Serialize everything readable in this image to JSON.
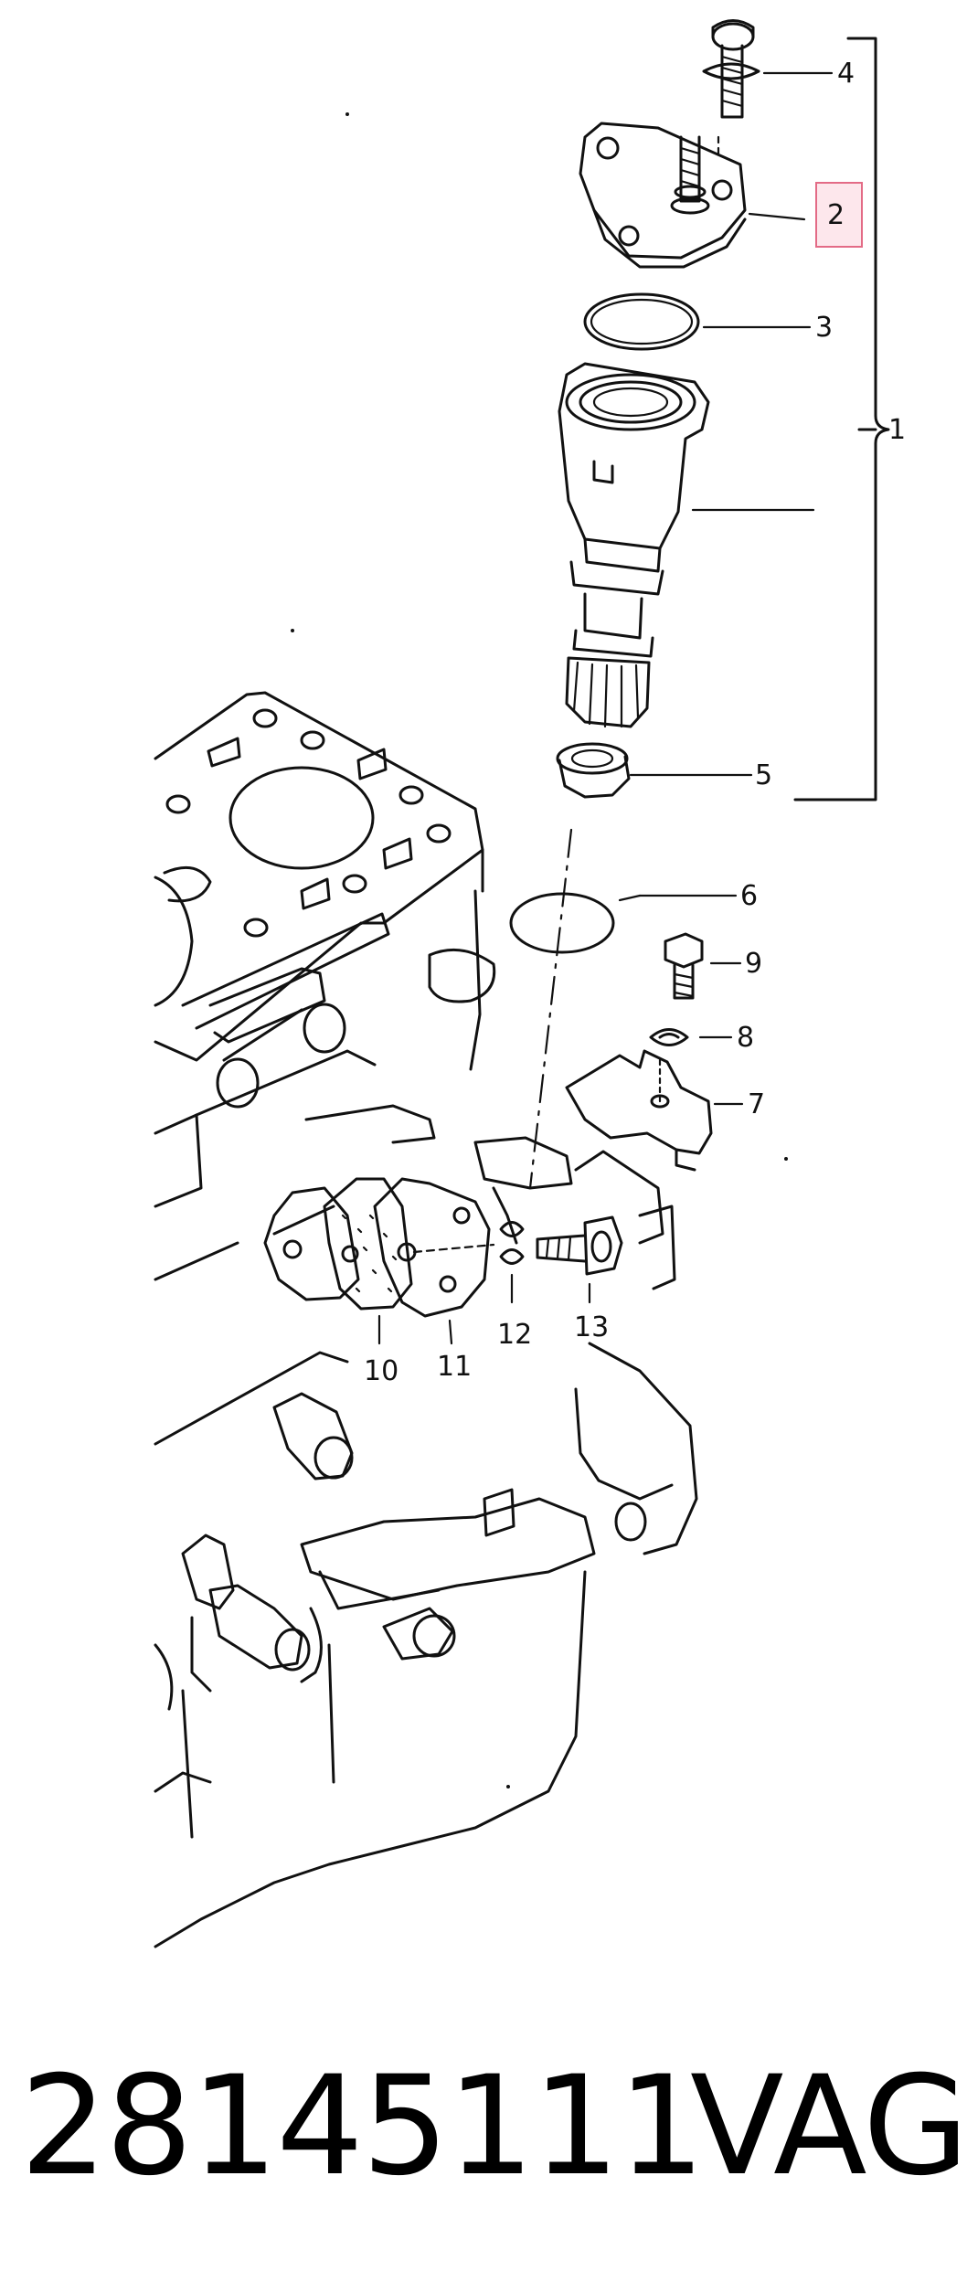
{
  "callouts": {
    "c1": "1",
    "c2": "2",
    "c3": "3",
    "c4": "4",
    "c5": "5",
    "c6": "6",
    "c7": "7",
    "c8": "8",
    "c9": "9",
    "c10": "10",
    "c11": "11",
    "c12": "12",
    "c13": "13"
  },
  "highlighted_callout": "2",
  "highlight_color": "#e36b86",
  "footer": {
    "part_number": "28145111",
    "brand": "VAG"
  }
}
